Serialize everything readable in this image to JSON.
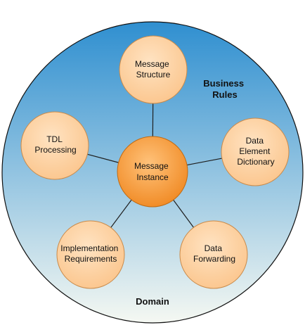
{
  "diagram": {
    "colors": {
      "domain_top": "#2f8fd0",
      "domain_bottom": "#f5f8f2",
      "domain_stroke": "#111111",
      "node_light": "#ffe3c2",
      "node_mid": "#fbc68e",
      "node_stroke": "#c98a4a",
      "center_light": "#ffc27a",
      "center_dark": "#f08a24",
      "center_stroke": "#c06a12",
      "edge": "#1f1f1f"
    },
    "regions": {
      "business_rules": [
        "Business",
        "Rules"
      ],
      "domain": [
        "Domain"
      ]
    },
    "center": {
      "id": "message-instance",
      "lines": [
        "Message",
        "Instance"
      ]
    },
    "nodes": [
      {
        "id": "message-structure",
        "lines": [
          "Message",
          "Structure"
        ]
      },
      {
        "id": "data-element-dictionary",
        "lines": [
          "Data",
          "Element",
          "Dictionary"
        ]
      },
      {
        "id": "data-forwarding",
        "lines": [
          "Data",
          "Forwarding"
        ]
      },
      {
        "id": "implementation-requirements",
        "lines": [
          "Implementation",
          "Requirements"
        ]
      },
      {
        "id": "tdl-processing",
        "lines": [
          "TDL",
          "Processing"
        ]
      }
    ]
  }
}
